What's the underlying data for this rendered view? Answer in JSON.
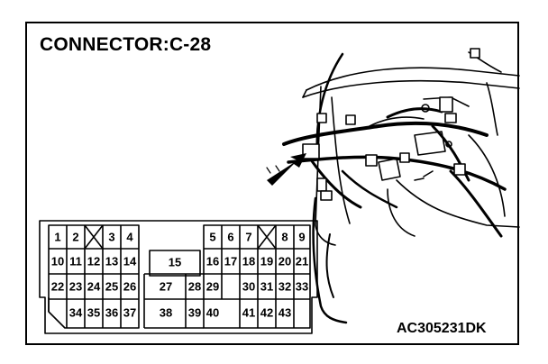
{
  "diagram": {
    "title": "CONNECTOR:C-28",
    "code": "AC305231DK",
    "connector": {
      "rows": [
        [
          "1",
          "2",
          "3",
          "4",
          "5",
          "6",
          "7",
          "8",
          "9"
        ],
        [
          "10",
          "11",
          "12",
          "13",
          "14",
          "15",
          "16",
          "17",
          "18",
          "19",
          "20",
          "21"
        ],
        [
          "22",
          "23",
          "24",
          "25",
          "26",
          "27",
          "28",
          "29",
          "30",
          "31",
          "32",
          "33"
        ],
        [
          "34",
          "35",
          "36",
          "37",
          "38",
          "39",
          "40",
          "41",
          "42",
          "43"
        ]
      ]
    }
  }
}
